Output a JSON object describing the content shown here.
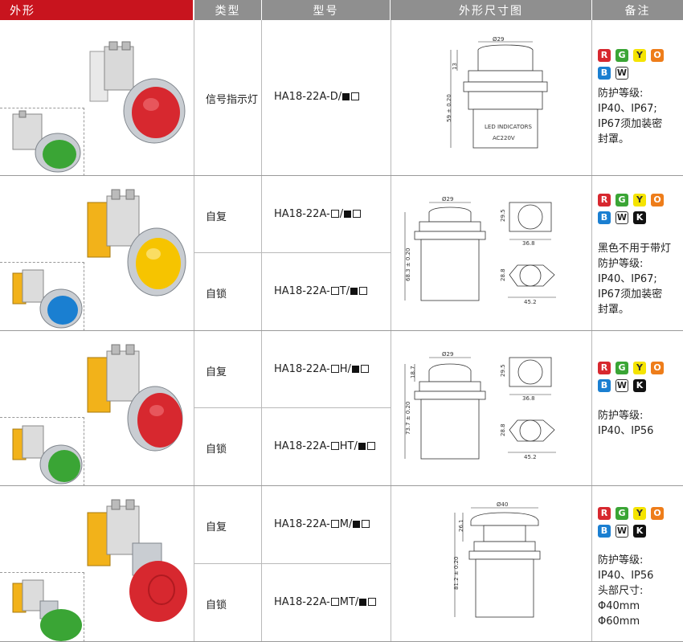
{
  "header": {
    "col1": "外形",
    "col2": "类型",
    "col3": "型号",
    "col4": "外形尺寸图",
    "col5": "备注"
  },
  "colors": {
    "R": "#d7282f",
    "G": "#3aa535",
    "Y": "#f5e400",
    "O": "#ee7d1a",
    "B": "#1a7fd1",
    "W": "#ffffff",
    "K": "#111111"
  },
  "rows": [
    {
      "type": "信号指示灯",
      "model": "HA18-22A-D/",
      "chips": [
        "R",
        "G",
        "Y",
        "O",
        "B",
        "W"
      ],
      "note": [
        "防护等级:",
        "IP40、IP67;",
        "IP67须加装密",
        "封罩。"
      ],
      "dims": {
        "diameter": "Ø29",
        "h1": "13",
        "h2": "59 ± 0.20",
        "label1": "LED INDICATORS",
        "label2": "AC220V"
      }
    },
    {
      "sub": [
        {
          "type": "自复",
          "model": "HA18-22A-",
          "suffix": "/"
        },
        {
          "type": "自锁",
          "model": "HA18-22A-",
          "suffix": "T/"
        }
      ],
      "chips": [
        "R",
        "G",
        "Y",
        "O",
        "B",
        "W",
        "K"
      ],
      "note": [
        "黑色不用于带灯",
        "防护等级:",
        "IP40、IP67;",
        "IP67须加装密",
        "封罩。"
      ],
      "dims": {
        "diameter": "Ø29",
        "h": "68.3 ± 0.20",
        "a": "29.5",
        "b": "36.8",
        "c": "28.8",
        "d": "45.2"
      }
    },
    {
      "sub": [
        {
          "type": "自复",
          "model": "HA18-22A-",
          "suffix": "H/"
        },
        {
          "type": "自锁",
          "model": "HA18-22A-",
          "suffix": "HT/"
        }
      ],
      "chips": [
        "R",
        "G",
        "Y",
        "O",
        "B",
        "W",
        "K"
      ],
      "note": [
        "防护等级:",
        "IP40、IP56"
      ],
      "dims": {
        "diameter": "Ø29",
        "h1": "18.7",
        "h": "73.7 ± 0.20",
        "a": "29.5",
        "b": "36.8",
        "c": "28.8",
        "d": "45.2"
      }
    },
    {
      "sub": [
        {
          "type": "自复",
          "model": "HA18-22A-",
          "suffix": "M/"
        },
        {
          "type": "自锁",
          "model": "HA18-22A-",
          "suffix": "MT/"
        }
      ],
      "chips": [
        "R",
        "G",
        "Y",
        "O",
        "B",
        "W",
        "K"
      ],
      "note": [
        "防护等级:",
        "IP40、IP56",
        "头部尺寸:",
        "Φ40mm",
        "Φ60mm"
      ],
      "dims": {
        "diameter": "Ø40",
        "h1": "26.1",
        "h": "81.2 ± 0.20"
      }
    }
  ]
}
